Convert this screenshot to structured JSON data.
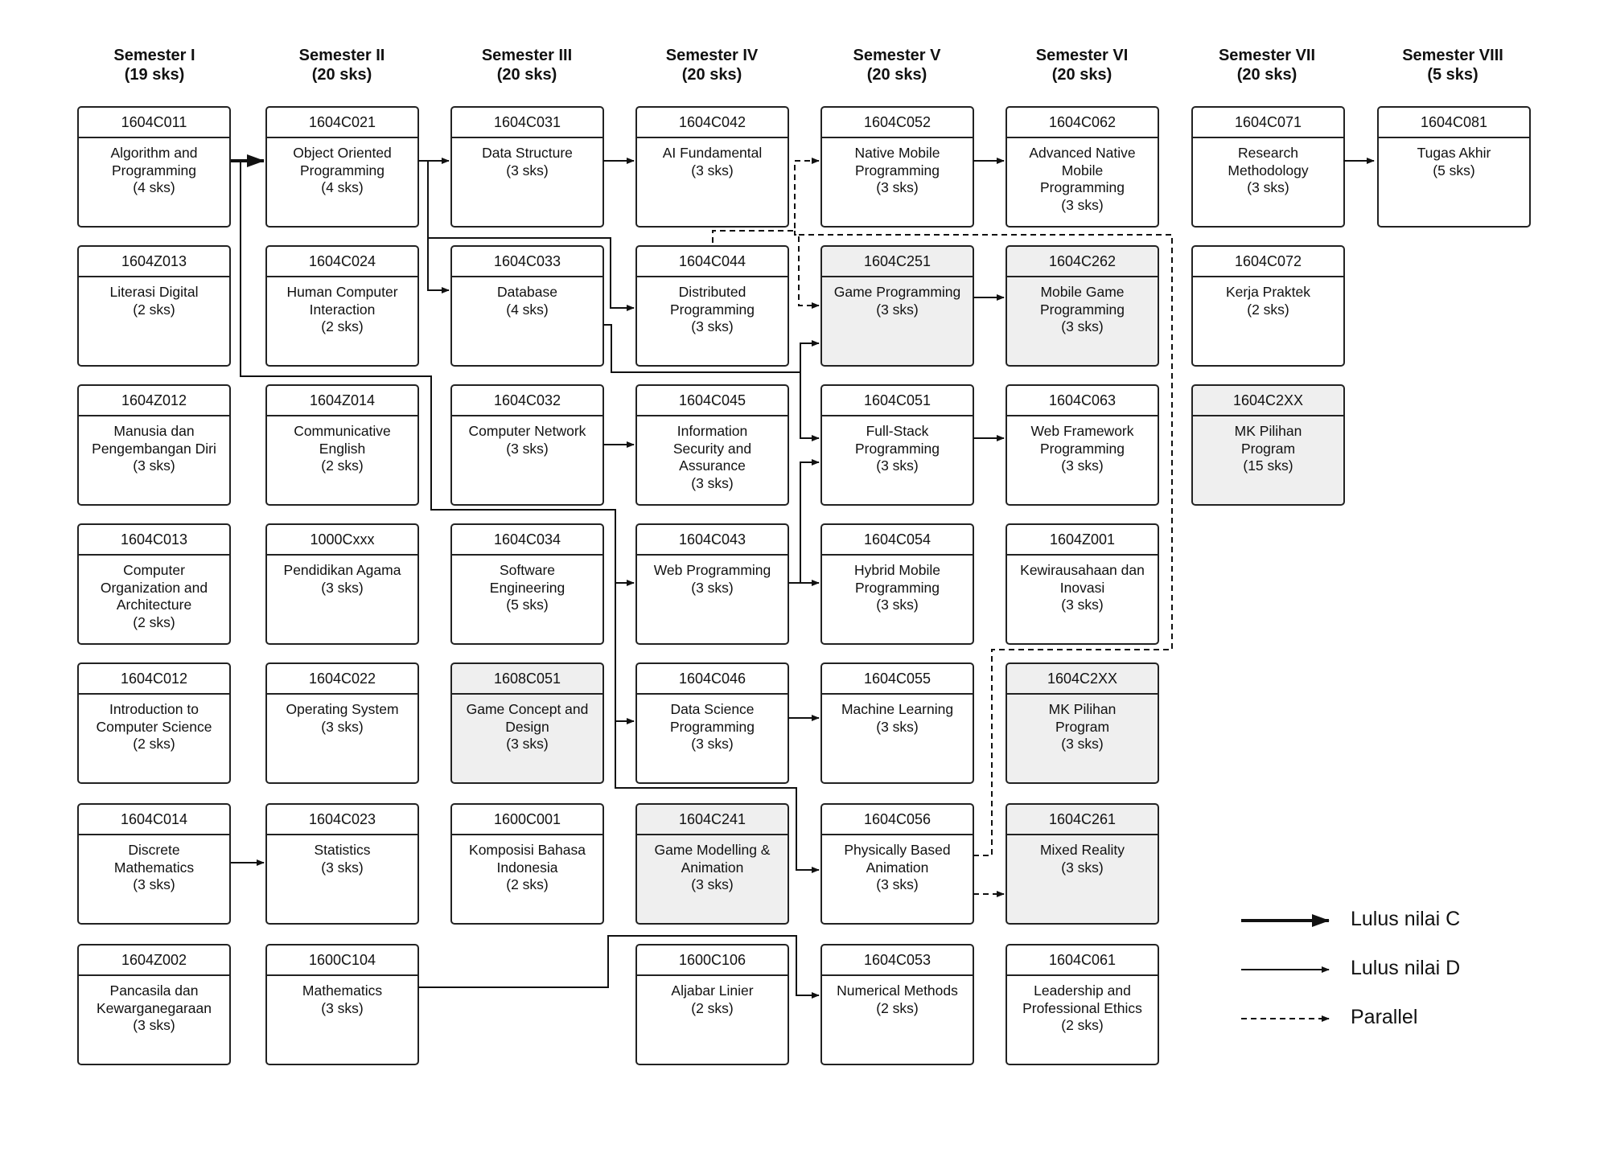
{
  "semesters": [
    {
      "name": "Semester I",
      "credits": "(19 sks)"
    },
    {
      "name": "Semester II",
      "credits": "(20 sks)"
    },
    {
      "name": "Semester III",
      "credits": "(20 sks)"
    },
    {
      "name": "Semester IV",
      "credits": "(20 sks)"
    },
    {
      "name": "Semester V",
      "credits": "(20 sks)"
    },
    {
      "name": "Semester VI",
      "credits": "(20 sks)"
    },
    {
      "name": "Semester VII",
      "credits": "(20 sks)"
    },
    {
      "name": "Semester VIII",
      "credits": "(5 sks)"
    }
  ],
  "courses": [
    {
      "id": "c011",
      "code": "1604C011",
      "lines": [
        "Algorithm and",
        "Programming"
      ],
      "credits": "(4 sks)",
      "elective": false
    },
    {
      "id": "z013",
      "code": "1604Z013",
      "lines": [
        "Literasi Digital"
      ],
      "credits": "(2 sks)",
      "elective": false
    },
    {
      "id": "z012",
      "code": "1604Z012",
      "lines": [
        "Manusia dan",
        "Pengembangan Diri"
      ],
      "credits": "(3 sks)",
      "elective": false
    },
    {
      "id": "c013",
      "code": "1604C013",
      "lines": [
        "Computer",
        "Organization and",
        "Architecture"
      ],
      "credits": "(2 sks)",
      "elective": false
    },
    {
      "id": "c012",
      "code": "1604C012",
      "lines": [
        "Introduction to",
        "Computer Science"
      ],
      "credits": "(2 sks)",
      "elective": false
    },
    {
      "id": "c014",
      "code": "1604C014",
      "lines": [
        "Discrete",
        "Mathematics"
      ],
      "credits": "(3 sks)",
      "elective": false
    },
    {
      "id": "z002",
      "code": "1604Z002",
      "lines": [
        "Pancasila dan",
        "Kewarganegaraan"
      ],
      "credits": "(3 sks)",
      "elective": false
    },
    {
      "id": "c021",
      "code": "1604C021",
      "lines": [
        "Object Oriented",
        "Programming"
      ],
      "credits": "(4 sks)",
      "elective": false
    },
    {
      "id": "c024",
      "code": "1604C024",
      "lines": [
        "Human Computer",
        "Interaction"
      ],
      "credits": "(2 sks)",
      "elective": false
    },
    {
      "id": "z014",
      "code": "1604Z014",
      "lines": [
        "Communicative",
        "English"
      ],
      "credits": "(2 sks)",
      "elective": false
    },
    {
      "id": "cxxx",
      "code": "1000Cxxx",
      "lines": [
        "Pendidikan Agama"
      ],
      "credits": "(3 sks)",
      "elective": false
    },
    {
      "id": "c022",
      "code": "1604C022",
      "lines": [
        "Operating System"
      ],
      "credits": "(3 sks)",
      "elective": false
    },
    {
      "id": "c023",
      "code": "1604C023",
      "lines": [
        "Statistics"
      ],
      "credits": "(3 sks)",
      "elective": false
    },
    {
      "id": "c104",
      "code": "1600C104",
      "lines": [
        "Mathematics"
      ],
      "credits": "(3 sks)",
      "elective": false
    },
    {
      "id": "c031",
      "code": "1604C031",
      "lines": [
        "Data Structure"
      ],
      "credits": "(3 sks)",
      "elective": false
    },
    {
      "id": "c033",
      "code": "1604C033",
      "lines": [
        "Database"
      ],
      "credits": "(4 sks)",
      "elective": false
    },
    {
      "id": "c032",
      "code": "1604C032",
      "lines": [
        "Computer Network"
      ],
      "credits": "(3 sks)",
      "elective": false
    },
    {
      "id": "c034",
      "code": "1604C034",
      "lines": [
        "Software",
        "Engineering"
      ],
      "credits": "(5 sks)",
      "elective": false
    },
    {
      "id": "c8051",
      "code": "1608C051",
      "lines": [
        "Game Concept and",
        "Design"
      ],
      "credits": "(3 sks)",
      "elective": true
    },
    {
      "id": "c001",
      "code": "1600C001",
      "lines": [
        "Komposisi Bahasa",
        "Indonesia"
      ],
      "credits": "(2 sks)",
      "elective": false
    },
    {
      "id": "c042",
      "code": "1604C042",
      "lines": [
        "AI Fundamental"
      ],
      "credits": "(3 sks)",
      "elective": false
    },
    {
      "id": "c044",
      "code": "1604C044",
      "lines": [
        "Distributed",
        "Programming"
      ],
      "credits": "(3 sks)",
      "elective": false
    },
    {
      "id": "c045",
      "code": "1604C045",
      "lines": [
        "Information",
        "Security and",
        "Assurance"
      ],
      "credits": "(3 sks)",
      "elective": false
    },
    {
      "id": "c043",
      "code": "1604C043",
      "lines": [
        "Web Programming"
      ],
      "credits": "(3 sks)",
      "elective": false
    },
    {
      "id": "c046",
      "code": "1604C046",
      "lines": [
        "Data Science",
        "Programming"
      ],
      "credits": "(3 sks)",
      "elective": false
    },
    {
      "id": "c241",
      "code": "1604C241",
      "lines": [
        "Game Modelling &",
        "Animation"
      ],
      "credits": "(3 sks)",
      "elective": true
    },
    {
      "id": "c106",
      "code": "1600C106",
      "lines": [
        "Aljabar Linier"
      ],
      "credits": "(2 sks)",
      "elective": false
    },
    {
      "id": "c052",
      "code": "1604C052",
      "lines": [
        "Native Mobile",
        "Programming"
      ],
      "credits": "(3 sks)",
      "elective": false
    },
    {
      "id": "c251",
      "code": "1604C251",
      "lines": [
        "Game Programming"
      ],
      "credits": "(3 sks)",
      "elective": true
    },
    {
      "id": "c051",
      "code": "1604C051",
      "lines": [
        "Full-Stack",
        "Programming"
      ],
      "credits": "(3 sks)",
      "elective": false
    },
    {
      "id": "c054",
      "code": "1604C054",
      "lines": [
        "Hybrid Mobile",
        "Programming"
      ],
      "credits": "(3 sks)",
      "elective": false
    },
    {
      "id": "c055",
      "code": "1604C055",
      "lines": [
        "Machine Learning"
      ],
      "credits": "(3 sks)",
      "elective": false
    },
    {
      "id": "c056",
      "code": "1604C056",
      "lines": [
        "Physically Based",
        "Animation"
      ],
      "credits": "(3 sks)",
      "elective": false
    },
    {
      "id": "c053",
      "code": "1604C053",
      "lines": [
        "Numerical Methods"
      ],
      "credits": "(2 sks)",
      "elective": false
    },
    {
      "id": "c062",
      "code": "1604C062",
      "lines": [
        "Advanced Native",
        "Mobile",
        "Programming"
      ],
      "credits": "(3 sks)",
      "elective": false
    },
    {
      "id": "c262",
      "code": "1604C262",
      "lines": [
        "Mobile Game",
        "Programming"
      ],
      "credits": "(3 sks)",
      "elective": true
    },
    {
      "id": "c063",
      "code": "1604C063",
      "lines": [
        "Web Framework",
        "Programming"
      ],
      "credits": "(3 sks)",
      "elective": false
    },
    {
      "id": "z001",
      "code": "1604Z001",
      "lines": [
        "Kewirausahaan dan",
        "Inovasi"
      ],
      "credits": "(3 sks)",
      "elective": false
    },
    {
      "id": "c2xx6",
      "code": "1604C2XX",
      "lines": [
        "MK Pilihan",
        "Program"
      ],
      "credits": "(3 sks)",
      "elective": true
    },
    {
      "id": "c261",
      "code": "1604C261",
      "lines": [
        "Mixed Reality"
      ],
      "credits": "(3 sks)",
      "elective": true
    },
    {
      "id": "c061",
      "code": "1604C061",
      "lines": [
        "Leadership and",
        "Professional Ethics"
      ],
      "credits": "(2 sks)",
      "elective": false
    },
    {
      "id": "c071",
      "code": "1604C071",
      "lines": [
        "Research",
        "Methodology"
      ],
      "credits": "(3 sks)",
      "elective": false
    },
    {
      "id": "c072",
      "code": "1604C072",
      "lines": [
        "Kerja Praktek"
      ],
      "credits": "(2 sks)",
      "elective": false
    },
    {
      "id": "c2xx7",
      "code": "1604C2XX",
      "lines": [
        "MK Pilihan",
        "Program"
      ],
      "credits": "(15 sks)",
      "elective": true
    },
    {
      "id": "c081",
      "code": "1604C081",
      "lines": [
        "Tugas Akhir"
      ],
      "credits": "(5 sks)",
      "elective": false
    }
  ],
  "legend": [
    {
      "type": "thick",
      "label": "Lulus nilai C"
    },
    {
      "type": "thin",
      "label": "Lulus nilai D"
    },
    {
      "type": "dashed",
      "label": "Parallel"
    }
  ]
}
